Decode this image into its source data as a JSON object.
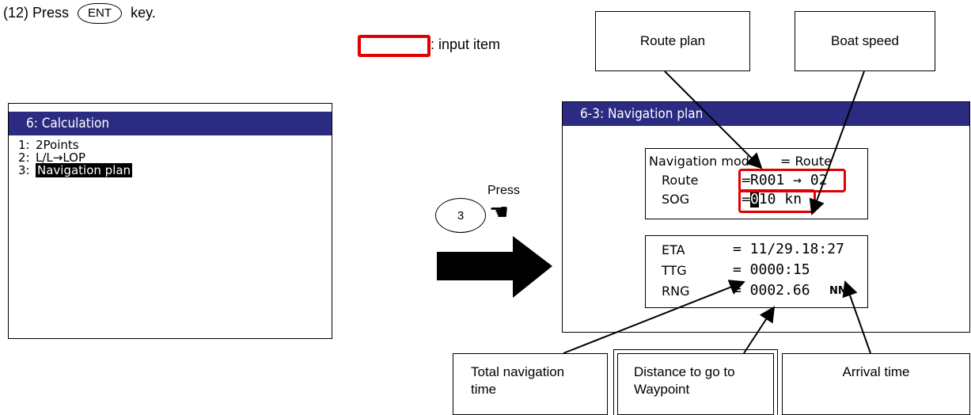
{
  "instruction": {
    "prefix": "(12) Press",
    "key": "ENT",
    "suffix": "key."
  },
  "legend": {
    "label": ": input item",
    "color": "#e00000"
  },
  "left_screen": {
    "title": "6: Calculation",
    "items": [
      {
        "num": "1:",
        "label": "2Points",
        "selected": false
      },
      {
        "num": "2:",
        "label": "L/L→LOP",
        "selected": false
      },
      {
        "num": "3:",
        "label": "Navigation plan",
        "selected": true
      }
    ]
  },
  "key_press": {
    "key": "3",
    "label": "Press"
  },
  "right_screen": {
    "title": "6-3: Navigation plan",
    "mode_label": "Navigation mode",
    "mode_value": "= Route",
    "route_label": "Route",
    "route_eq": "=",
    "route_value": "R001 → 02",
    "sog_label": "SOG",
    "sog_eq": "=",
    "sog_cursor": "0",
    "sog_value": "10 kn",
    "eta_label": "ETA",
    "eta_value": "= 11/29.18:27",
    "ttg_label": "TTG",
    "ttg_value": "= 0000:15",
    "rng_label": "RNG",
    "rng_value": "= 0002.66",
    "rng_unit": "NM"
  },
  "callouts": {
    "route_plan": "Route plan",
    "boat_speed": "Boat speed",
    "total_nav_time": "Total navigation time",
    "distance": "Distance to go to Waypoint",
    "arrival": "Arrival time"
  },
  "colors": {
    "title_bar": "#2b2b82",
    "highlight": "#e00000"
  }
}
